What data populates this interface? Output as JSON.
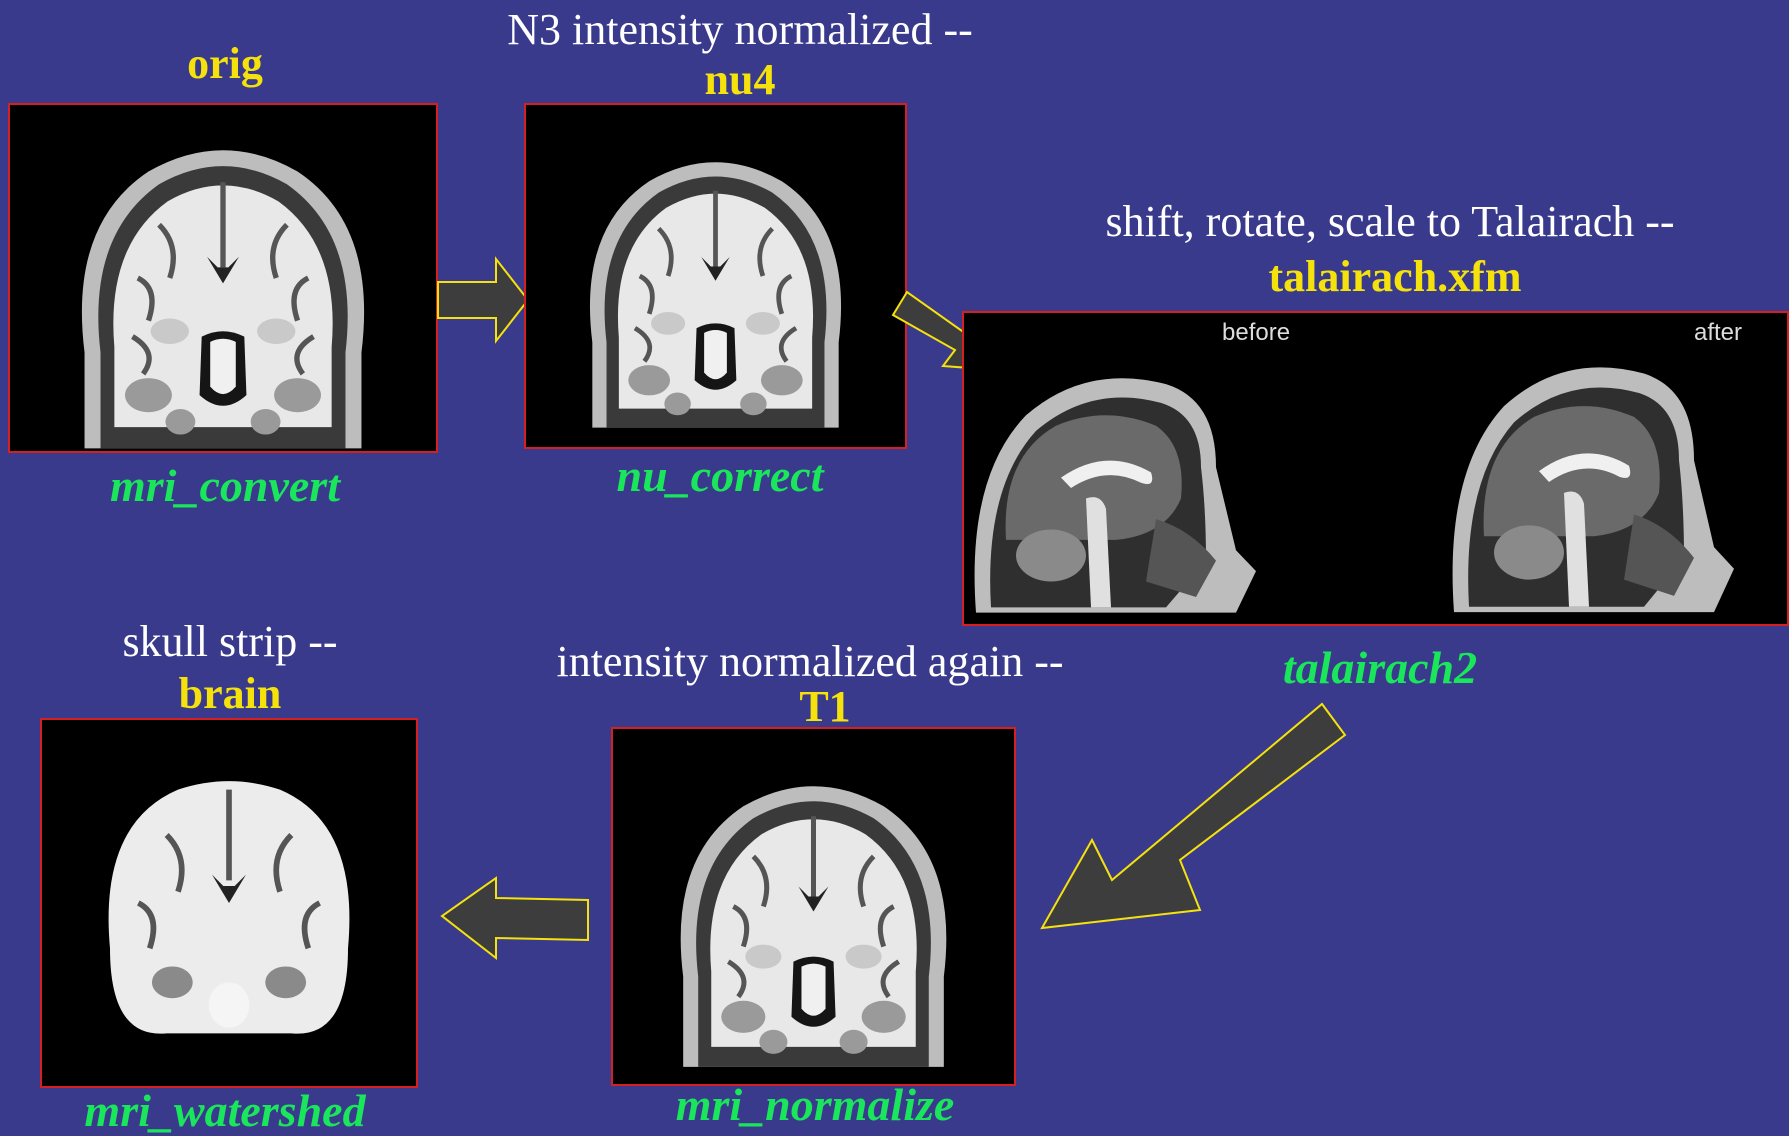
{
  "stages": {
    "orig": {
      "name": "orig",
      "tool": "mri_convert"
    },
    "nu4": {
      "caption": "N3 intensity normalized --",
      "name": "nu4",
      "tool": "nu_correct"
    },
    "talairach": {
      "caption": "shift, rotate, scale to Talairach --",
      "name": "talairach.xfm",
      "tool": "talairach2",
      "before_label": "before",
      "after_label": "after"
    },
    "t1": {
      "caption": "intensity normalized again --",
      "name": "T1",
      "tool": "mri_normalize"
    },
    "brain": {
      "caption": "skull strip --",
      "name": "brain",
      "tool": "mri_watershed"
    }
  },
  "colors": {
    "background": "#3a3a8c",
    "caption": "#ffffff",
    "volume_name": "#f5e20c",
    "tool_name": "#19e65a",
    "panel_border": "#d42020",
    "arrow_fill": "#3d3d3d",
    "arrow_stroke": "#f5e20c"
  }
}
